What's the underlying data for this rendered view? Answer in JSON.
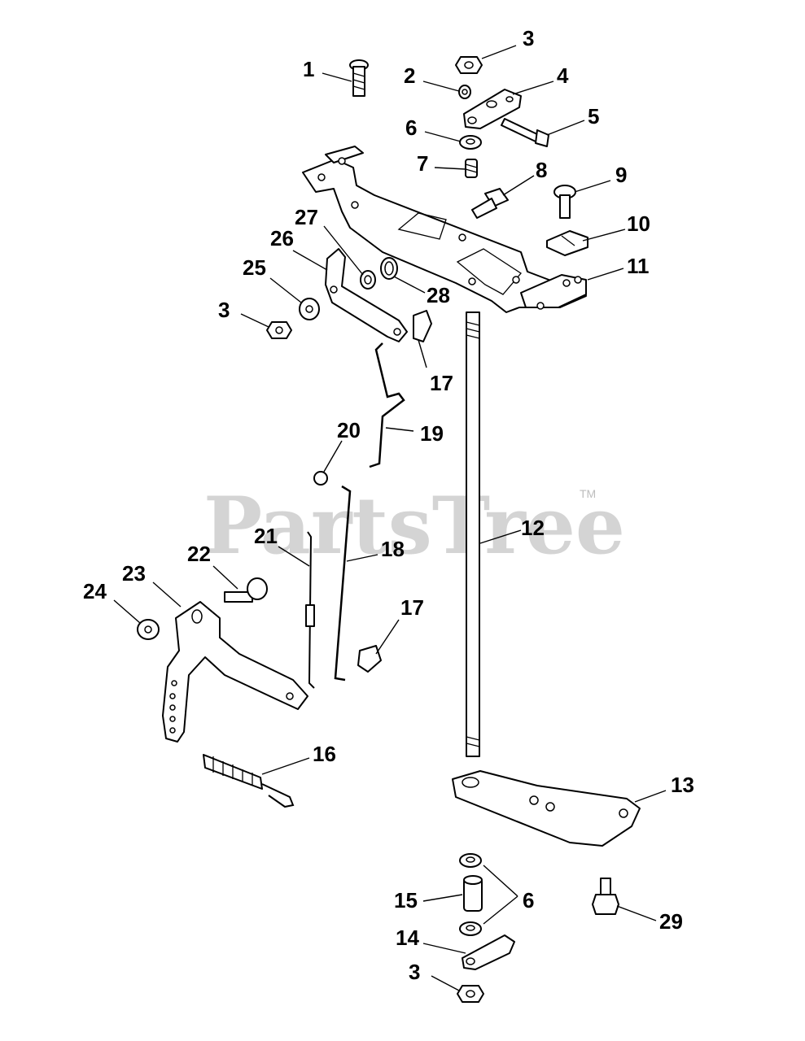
{
  "watermark": {
    "text": "PartsTree",
    "tm": "TM"
  },
  "callouts": [
    {
      "id": "c1",
      "label": "1"
    },
    {
      "id": "c2",
      "label": "2"
    },
    {
      "id": "c3a",
      "label": "3"
    },
    {
      "id": "c4",
      "label": "4"
    },
    {
      "id": "c5",
      "label": "5"
    },
    {
      "id": "c6a",
      "label": "6"
    },
    {
      "id": "c7",
      "label": "7"
    },
    {
      "id": "c8",
      "label": "8"
    },
    {
      "id": "c9",
      "label": "9"
    },
    {
      "id": "c10",
      "label": "10"
    },
    {
      "id": "c11",
      "label": "11"
    },
    {
      "id": "c12",
      "label": "12"
    },
    {
      "id": "c13",
      "label": "13"
    },
    {
      "id": "c14",
      "label": "14"
    },
    {
      "id": "c15",
      "label": "15"
    },
    {
      "id": "c16",
      "label": "16"
    },
    {
      "id": "c17a",
      "label": "17"
    },
    {
      "id": "c17b",
      "label": "17"
    },
    {
      "id": "c18",
      "label": "18"
    },
    {
      "id": "c19",
      "label": "19"
    },
    {
      "id": "c20",
      "label": "20"
    },
    {
      "id": "c21",
      "label": "21"
    },
    {
      "id": "c22",
      "label": "22"
    },
    {
      "id": "c23",
      "label": "23"
    },
    {
      "id": "c24",
      "label": "24"
    },
    {
      "id": "c25",
      "label": "25"
    },
    {
      "id": "c26",
      "label": "26"
    },
    {
      "id": "c27",
      "label": "27"
    },
    {
      "id": "c28",
      "label": "28"
    },
    {
      "id": "c29",
      "label": "29"
    },
    {
      "id": "c3b",
      "label": "3"
    },
    {
      "id": "c3c",
      "label": "3"
    },
    {
      "id": "c6b",
      "label": "6"
    }
  ]
}
